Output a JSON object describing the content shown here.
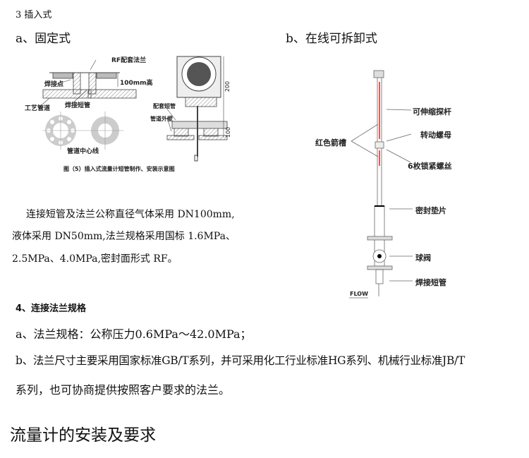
{
  "section3": {
    "title": "3 插入式",
    "sub_a": "a、固定式",
    "sub_b": "b、在线可拆卸式"
  },
  "fig_fixed": {
    "labels": {
      "rf_flange": "RF配套法兰",
      "weld_point": "焊接点",
      "height_100": "100mm高",
      "process_pipe": "工艺管道",
      "weld_short_pipe": "焊接短管",
      "pipe_center": "管道中心线",
      "matching_short_pipe": "配套短管",
      "pipe_outer_wall": "管道外壁",
      "dim_200": "200",
      "dim_100": "100"
    },
    "caption": "图（5）插入式流量计短管制作、安装示意图"
  },
  "fig_removable": {
    "labels": {
      "telescopic_probe": "可伸缩探杆",
      "rotating_nut": "转动螺母",
      "red_arrow_groove": "红色箭槽",
      "lock_screws": "6枚锁紧螺丝",
      "seal_gasket": "密封垫片",
      "ball_valve": "球阀",
      "weld_short_pipe": "焊接短管",
      "flow": "FLOW"
    },
    "red": "#e02020"
  },
  "paragraph": {
    "lines": [
      "连接短管及法兰公称直径气体采用 DN100mm,",
      "液体采用 DN50mm,法兰规格采用国标 1.6MPa、",
      "2.5MPa、4.0MPa,密封面形式 RF。"
    ]
  },
  "section4": {
    "title": "4、连接法兰规格",
    "line_a": "a、法兰规格：公称压力0.6MPa～42.0MPa；",
    "line_b": "b、法兰尺寸主要采用国家标准GB/T系列，并可采用化工行业标准HG系列、机械行业标准JB/T",
    "line_b2": "系列，也可协商提供按照客户要求的法兰。"
  },
  "heading": "流量计的安装及要求"
}
